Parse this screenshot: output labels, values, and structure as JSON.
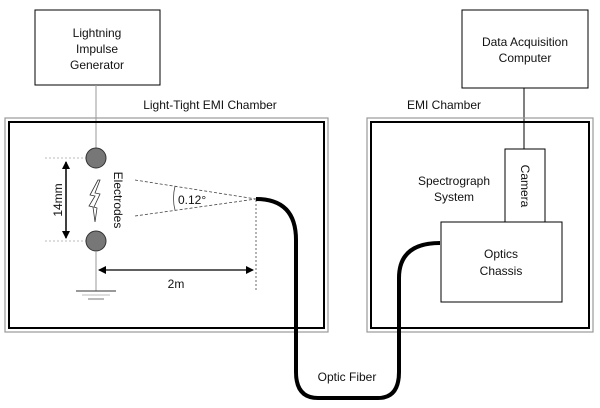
{
  "boxes": {
    "generator": [
      "Lightning",
      "Impulse",
      "Generator"
    ],
    "daq": [
      "Data Acquisition",
      "Computer"
    ],
    "camera": "Camera",
    "optics": [
      "Optics",
      "Chassis"
    ]
  },
  "labels": {
    "left_chamber": "Light-Tight EMI Chamber",
    "right_chamber": "EMI Chamber",
    "electrodes": "Electrodes",
    "gap": "14mm",
    "angle": "0.12°",
    "distance": "2m",
    "spectrograph": [
      "Spectrograph",
      "System"
    ],
    "fiber": "Optic Fiber"
  }
}
